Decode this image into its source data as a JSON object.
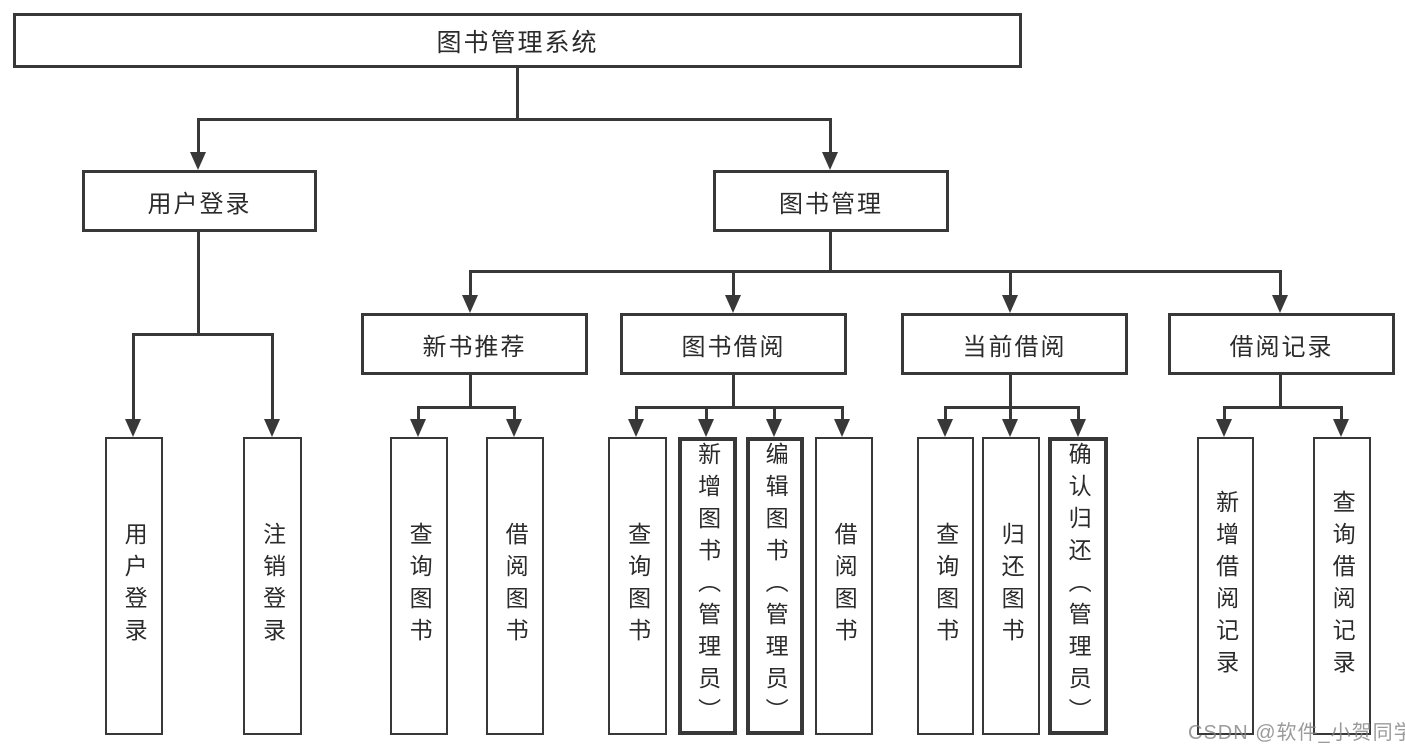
{
  "diagram": {
    "type": "tree",
    "watermark": "CSDN @软件_小贺同学",
    "colors": {
      "line": "#383838",
      "text": "#2b2b2b",
      "box_background": "#ffffff",
      "watermark": "#828282"
    },
    "nodes": {
      "root": {
        "label": "图书管理系统"
      },
      "level2": [
        {
          "label": "用户登录",
          "parent": "图书管理系统"
        },
        {
          "label": "图书管理",
          "parent": "图书管理系统"
        }
      ],
      "level3": [
        {
          "label": "新书推荐",
          "parent": "图书管理"
        },
        {
          "label": "图书借阅",
          "parent": "图书管理"
        },
        {
          "label": "当前借阅",
          "parent": "图书管理"
        },
        {
          "label": "借阅记录",
          "parent": "图书管理"
        }
      ],
      "leaves": [
        {
          "label": "用户登录",
          "parent": "用户登录"
        },
        {
          "label": "注销登录",
          "parent": "用户登录"
        },
        {
          "label": "查询图书",
          "parent": "新书推荐"
        },
        {
          "label": "借阅图书",
          "parent": "新书推荐"
        },
        {
          "label": "查询图书",
          "parent": "图书借阅"
        },
        {
          "label": "新增图书（管理员）",
          "parent": "图书借阅"
        },
        {
          "label": "编辑图书（管理员）",
          "parent": "图书借阅"
        },
        {
          "label": "借阅图书",
          "parent": "图书借阅"
        },
        {
          "label": "查询图书",
          "parent": "当前借阅"
        },
        {
          "label": "归还图书",
          "parent": "当前借阅"
        },
        {
          "label": "确认归还（管理员）",
          "parent": "当前借阅"
        },
        {
          "label": "新增借阅记录",
          "parent": "借阅记录"
        },
        {
          "label": "查询借阅记录",
          "parent": "借阅记录"
        }
      ]
    }
  }
}
